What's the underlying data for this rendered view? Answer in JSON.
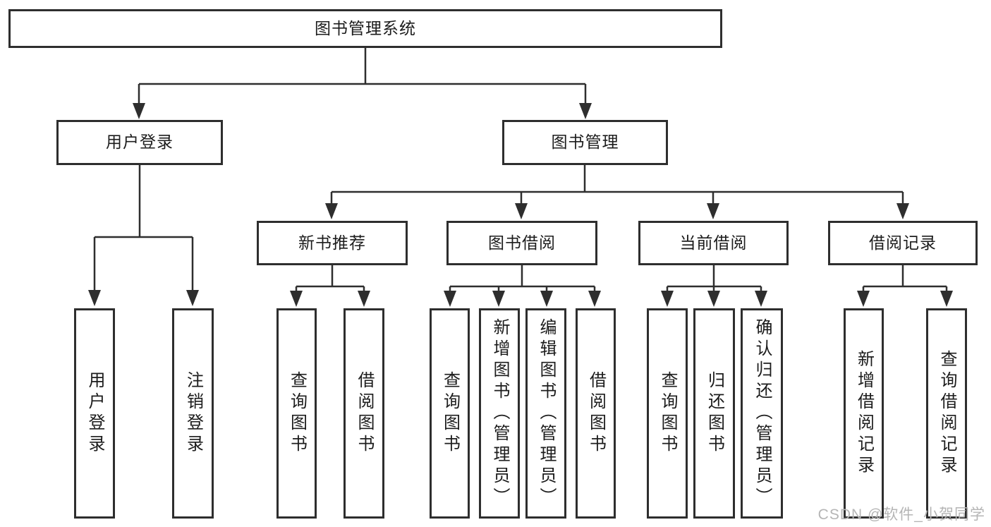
{
  "title": "图书管理系统",
  "level1": [
    {
      "label": "用户登录"
    },
    {
      "label": "图书管理"
    }
  ],
  "level2": [
    {
      "label": "新书推荐"
    },
    {
      "label": "图书借阅"
    },
    {
      "label": "当前借阅"
    },
    {
      "label": "借阅记录"
    }
  ],
  "leaves": [
    {
      "label": "用户登录"
    },
    {
      "label": "注销登录"
    },
    {
      "label": "查询图书"
    },
    {
      "label": "借阅图书"
    },
    {
      "label": "查询图书"
    },
    {
      "label": "新增图书（管理员）"
    },
    {
      "label": "编辑图书（管理员）"
    },
    {
      "label": "借阅图书"
    },
    {
      "label": "查询图书"
    },
    {
      "label": "归还图书"
    },
    {
      "label": "确认归还（管理员）"
    },
    {
      "label": "新增借阅记录"
    },
    {
      "label": "查询借阅记录"
    }
  ],
  "watermark": "CSDN @软件_小贺同学",
  "colors": {
    "line": "#2e2e2e",
    "text": "#1c1c1c",
    "background": "#ffffff",
    "watermark": "#b5b5b5"
  }
}
